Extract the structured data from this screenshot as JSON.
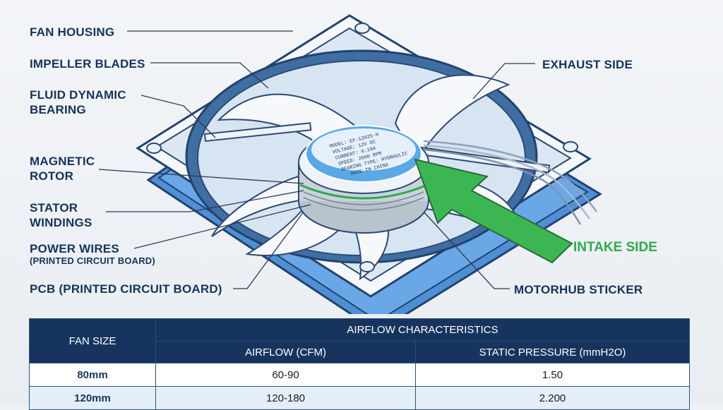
{
  "labels": {
    "fan_housing": "FAN HOUSING",
    "impeller_blades": "IMPELLER BLADES",
    "fluid_dynamic_bearing_1": "FLUID DYNAMIC",
    "fluid_dynamic_bearing_2": "BEARING",
    "magnetic_rotor_1": "MAGNETIC",
    "magnetic_rotor_2": "ROTOR",
    "stator_windings_1": "STATOR",
    "stator_windings_2": "WINDINGS",
    "power_wires": "POWER WIRES",
    "power_wires_sub": "(PRINTED CIRCUIT BOARD)",
    "pcb": "PCB (PRINTED CIRCUIT BOARD)",
    "exhaust_side": "EXHAUST SIDE",
    "intake_side": "INTAKE SIDE",
    "motorhub_sticker": "MOTORHUB STICKER"
  },
  "sticker": {
    "lines": [
      "MODEL: EF-12025-H",
      "VOLTAGE: 12V DC",
      "CURRENT: 0.18A",
      "SPEED: 2000 RPM",
      "BEARING TYPE: HYDRAULIC",
      "MADE IN CHINA"
    ]
  },
  "table": {
    "col_fan_size": "FAN SIZE",
    "group_header": "AIRFLOW CHARACTERISTICS",
    "col_airflow": "AIRFLOW (CFM)",
    "col_static_pressure": "STATIC PRESSURE (mmH2O)",
    "rows": [
      {
        "size": "80mm",
        "airflow": "60-90",
        "pressure": "1.50"
      },
      {
        "size": "120mm",
        "airflow": "120-180",
        "pressure": "2.200"
      }
    ]
  },
  "colors": {
    "navy": "#17345e",
    "label_text": "#15335a",
    "fan_blue": "#5b9be0",
    "fan_outline": "#2c4a74",
    "intake_green": "#2eaa4a",
    "sticker_blue": "#5aa9e6"
  }
}
